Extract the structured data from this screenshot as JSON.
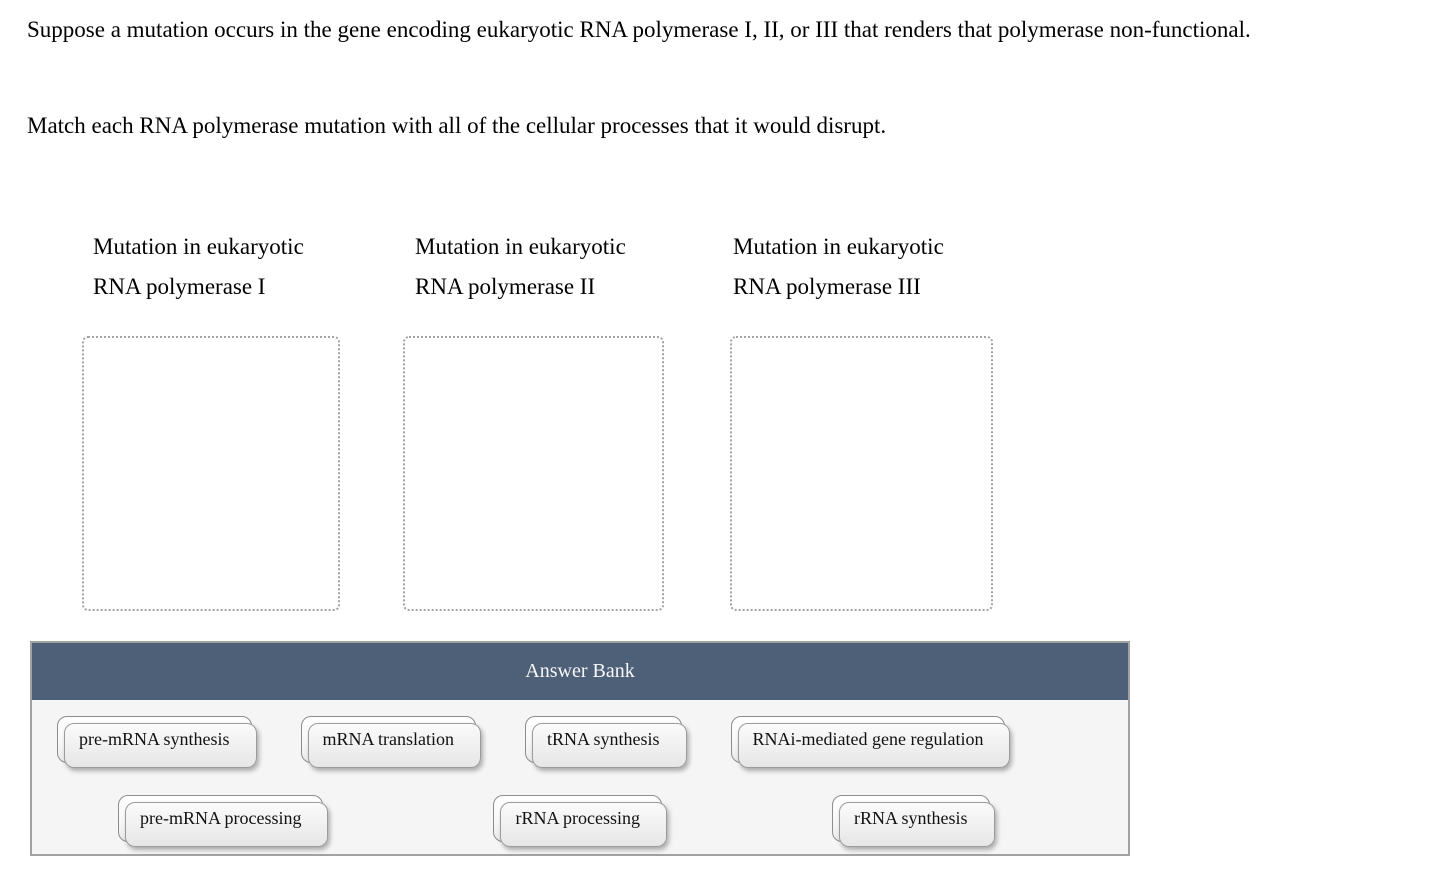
{
  "question": {
    "paragraph1": "Suppose a mutation occurs in the gene encoding eukaryotic RNA polymerase I, II, or III that renders that polymerase non-functional.",
    "paragraph2": "Match each RNA polymerase mutation with all of the cellular processes that it would disrupt."
  },
  "targets": [
    {
      "label_line1": "Mutation in eukaryotic",
      "label_line2": "RNA polymerase I"
    },
    {
      "label_line1": "Mutation in eukaryotic",
      "label_line2": "RNA polymerase II"
    },
    {
      "label_line1": "Mutation in eukaryotic",
      "label_line2": "RNA polymerase III"
    }
  ],
  "answer_bank": {
    "title": "Answer Bank",
    "header_color": "#4e5f78",
    "body_color": "#f5f5f6",
    "row1": [
      "pre-mRNA synthesis",
      "mRNA translation",
      "tRNA synthesis",
      "RNAi-mediated gene regulation"
    ],
    "row2": [
      "pre-mRNA processing",
      "rRNA processing",
      "rRNA synthesis"
    ]
  }
}
